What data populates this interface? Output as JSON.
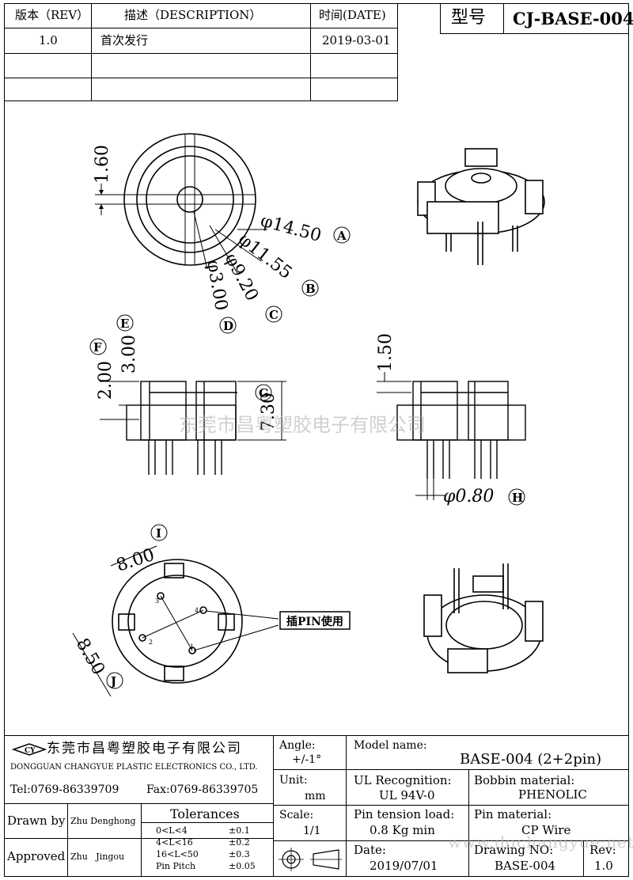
{
  "revision_table": {
    "headers": [
      "版本（REV）",
      "描述（DESCRIPTION）",
      "时间(DATE)"
    ],
    "rows": [
      {
        "rev": "1.0",
        "desc": "首次发行",
        "date": "2019-03-01"
      }
    ]
  },
  "model_box": {
    "label": "型号",
    "value": "CJ-BASE-004"
  },
  "watermark": "东莞市昌粤塑胶电子有限公司",
  "watermark_url": "www.dgchangyue.net",
  "drawing": {
    "top_view_dims": [
      "1.60",
      "φ14.50",
      "φ11.55",
      "φ9.20",
      "φ3.00"
    ],
    "side_view_dims": [
      "3.00",
      "2.00",
      "7.30",
      "1.50",
      "φ0.80"
    ],
    "bottom_view_dims": [
      "8.00",
      "8.50"
    ],
    "circle_labels": [
      "A",
      "B",
      "C",
      "D",
      "E",
      "F",
      "G",
      "H",
      "I",
      "J"
    ],
    "pin_numbers": [
      "1",
      "2",
      "3",
      "4"
    ],
    "pin_note": "插PIN使用"
  },
  "title_block": {
    "company_cn": "东莞市昌粤塑胶电子有限公司",
    "company_en": "DONGGUAN CHANGYUE PLASTIC ELECTRONICS CO., LTD.",
    "tel": "Tel:0769-86339709",
    "fax": "Fax:0769-86339705",
    "angle_label": "Angle:",
    "angle_value": "+/-1°",
    "unit_label": "Unit:",
    "unit_value": "mm",
    "scale_label": "Scale:",
    "scale_value": "1/1",
    "model_name_label": "Model name:",
    "model_name_value": "BASE-004 (2+2pin)",
    "ul_label": "UL Recognition:",
    "ul_value": "UL 94V-0",
    "bobbin_label": "Bobbin material:",
    "bobbin_value": "PHENOLIC",
    "pin_tension_label": "Pin tension load:",
    "pin_tension_value": "0.8 Kg min",
    "pin_material_label": "Pin material:",
    "pin_material_value": "CP Wire",
    "date_label": "Date:",
    "date_value": "2019/07/01",
    "drawing_no_label": "Drawing NO:",
    "drawing_no_value": "BASE-004",
    "rev_label": "Rev:",
    "rev_value": "1.0",
    "drawn_by_label": "Drawn by",
    "drawn_by_value": "Zhu Denghong",
    "approved_label": "Approved",
    "approved_value": "Zhu   Jingou",
    "tolerances_title": "Tolerances",
    "tolerances": [
      {
        "range": "0<L<4",
        "value": "±0.1"
      },
      {
        "range": "4<L<16",
        "value": "±0.2"
      },
      {
        "range": "16<L<50",
        "value": "±0.3"
      },
      {
        "range": "Pin Pitch",
        "value": "±0.05"
      }
    ]
  }
}
